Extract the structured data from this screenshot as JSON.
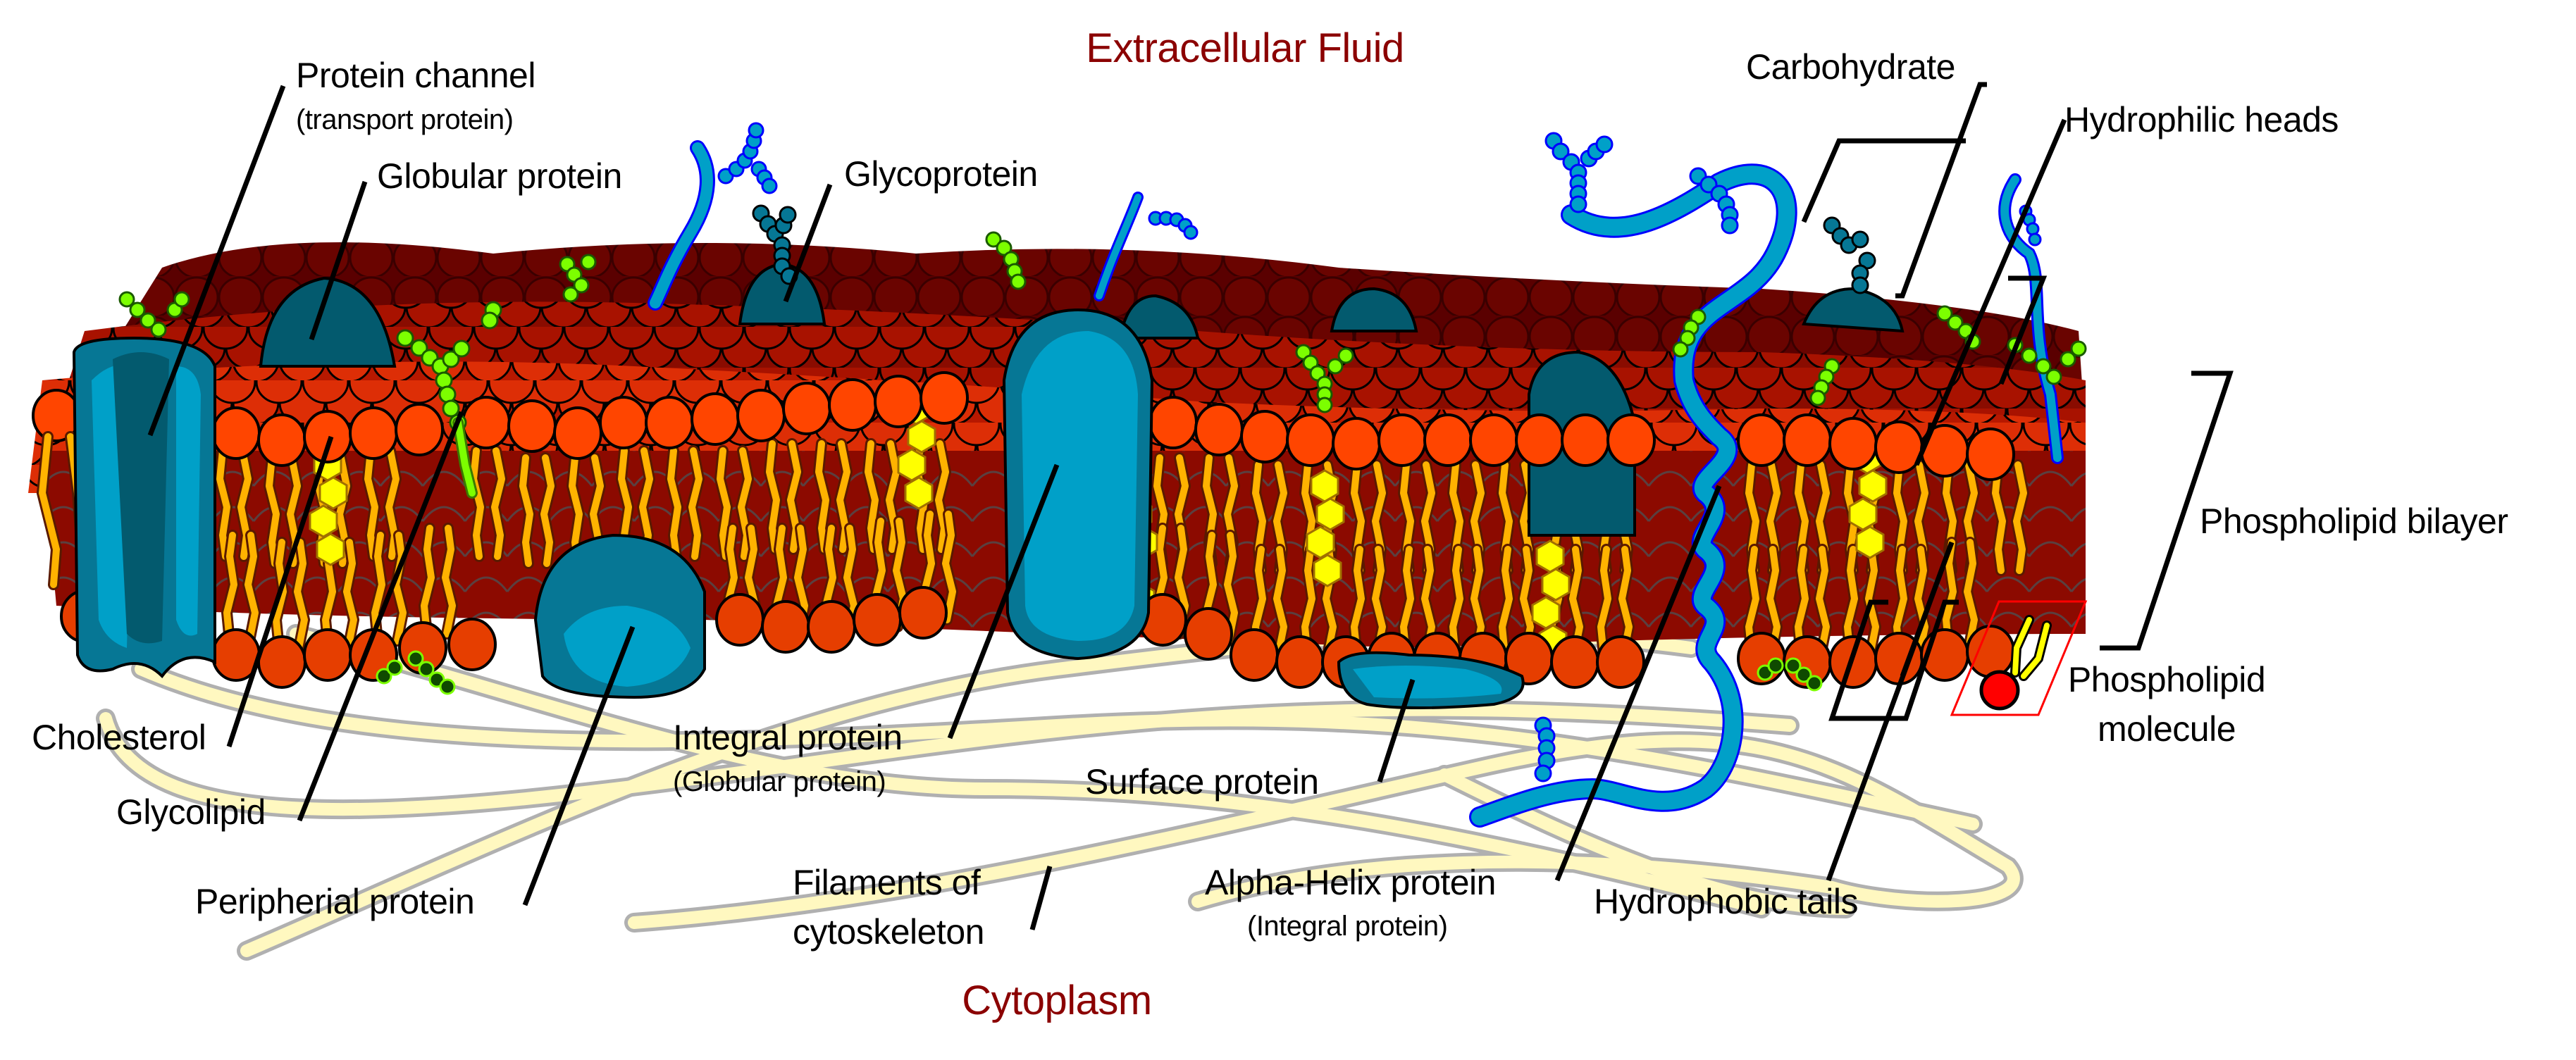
{
  "diagram": {
    "title_top": "Extracellular Fluid",
    "title_bottom": "Cytoplasm",
    "colors": {
      "region_label": "#8b0000",
      "head_front": "#ff4500",
      "head_mid": "#dd2e06",
      "head_back": "#8a0c00",
      "head_far": "#5a0000",
      "tail": "#ffb300",
      "protein_light": "#00a0c8",
      "protein_mid": "#067795",
      "protein_dark": "#035a6e",
      "carbohydrate_green": "#7cff00",
      "carbohydrate_dark": "#0f4a00",
      "cholesterol": "#ffff00",
      "filament": "#fff8c0",
      "filament_edge": "#b0b0b0",
      "highlight_box": "#ff0000",
      "molecule_head": "#ff0000"
    },
    "labels": {
      "protein_channel": "Protein channel",
      "protein_channel_sub": "(transport protein)",
      "globular_protein": "Globular protein",
      "glycoprotein": "Glycoprotein",
      "carbohydrate": "Carbohydrate",
      "hydrophilic_heads": "Hydrophilic heads",
      "phospholipid_bilayer": "Phospholipid bilayer",
      "phospholipid_molecule_l1": "Phospholipid",
      "phospholipid_molecule_l2": "molecule",
      "cholesterol": "Cholesterol",
      "glycolipid": "Glycolipid",
      "integral_protein": "Integral protein",
      "integral_protein_sub": "(Globular protein)",
      "surface_protein": "Surface protein",
      "peripherial_protein": "Peripherial protein",
      "filaments_l1": "Filaments of",
      "filaments_l2": "cytoskeleton",
      "alpha_helix": "Alpha-Helix protein",
      "alpha_helix_sub": "(Integral protein)",
      "hydrophobic_tails": "Hydrophobic tails"
    }
  }
}
